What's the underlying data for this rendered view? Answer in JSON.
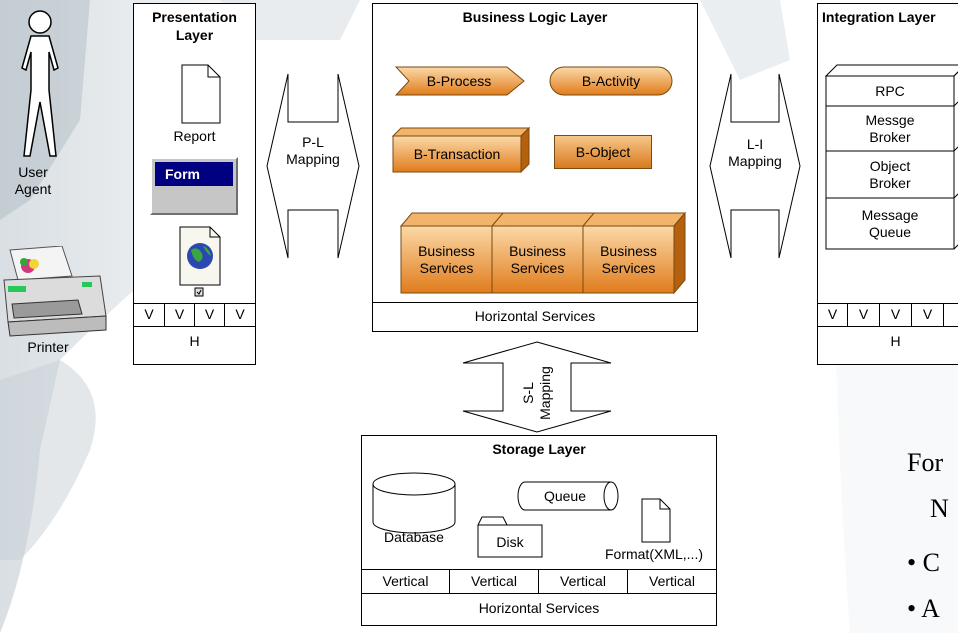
{
  "actors": {
    "user_agent": "User Agent",
    "printer": "Printer"
  },
  "presentation": {
    "title_line1": "Presentation",
    "title_line2": "Layer",
    "report": "Report",
    "form": "Form",
    "v_cells": [
      "V",
      "V",
      "V",
      "V"
    ],
    "h": "H"
  },
  "mappings": {
    "pl": "P-L\nMapping",
    "li": "L-I\nMapping",
    "sl": "S-L\nMapping"
  },
  "business": {
    "title": "Business Logic Layer",
    "process": "B-Process",
    "activity": "B-Activity",
    "transaction": "B-Transaction",
    "object": "B-Object",
    "services": [
      "Business\nServices",
      "Business\nServices",
      "Business\nServices"
    ],
    "horizontal": "Horizontal Services"
  },
  "integration": {
    "title": "Integration Layer",
    "items": [
      "RPC",
      "Messge\nBroker",
      "Object\nBroker",
      "Message\nQueue"
    ],
    "v_cells": [
      "V",
      "V",
      "V",
      "V"
    ],
    "h": "H"
  },
  "storage": {
    "title": "Storage Layer",
    "database": "Database",
    "queue": "Queue",
    "disk": "Disk",
    "format": "Format(XML,...)",
    "vertical": [
      "Vertical",
      "Vertical",
      "Vertical",
      "Vertical"
    ],
    "horizontal": "Horizontal Services"
  },
  "right_text": {
    "line1": "For",
    "line2": "N",
    "bullet1": "• C",
    "bullet2": "• A"
  }
}
